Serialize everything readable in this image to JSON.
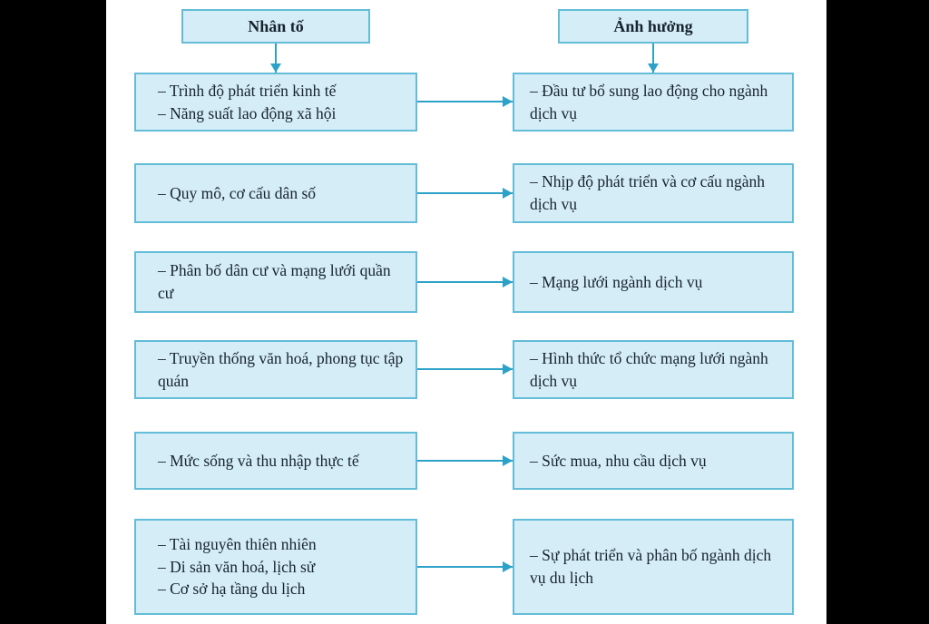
{
  "colors": {
    "page_bg": "#000000",
    "canvas_bg": "#ffffff",
    "box_fill": "#d5edf7",
    "box_border": "#63bcd8",
    "arrow": "#2da2c8",
    "text": "#16242e"
  },
  "headers": {
    "factor": "Nhân tố",
    "effect": "Ảnh hưởng"
  },
  "rows": [
    {
      "factor": "– Trình độ phát triển kinh tế\n– Năng suất lao động xã hội",
      "effect": "– Đầu tư bổ sung lao động cho ngành dịch vụ"
    },
    {
      "factor": "– Quy mô, cơ cấu dân số",
      "effect": "– Nhịp độ phát triển và cơ cấu ngành dịch vụ"
    },
    {
      "factor": "– Phân bố dân cư và mạng lưới quần cư",
      "effect": "– Mạng lưới ngành dịch vụ"
    },
    {
      "factor": "– Truyền thống văn hoá, phong tục tập quán",
      "effect": "– Hình thức tổ chức mạng lưới ngành dịch vụ"
    },
    {
      "factor": "– Mức sống và thu nhập thực tế",
      "effect": "– Sức mua, nhu cầu dịch vụ"
    },
    {
      "factor": "– Tài nguyên thiên nhiên\n– Di sản văn hoá, lịch sử\n– Cơ sở hạ tầng du lịch",
      "effect": "– Sự phát triển và phân bố ngành dịch vụ du lịch"
    }
  ]
}
